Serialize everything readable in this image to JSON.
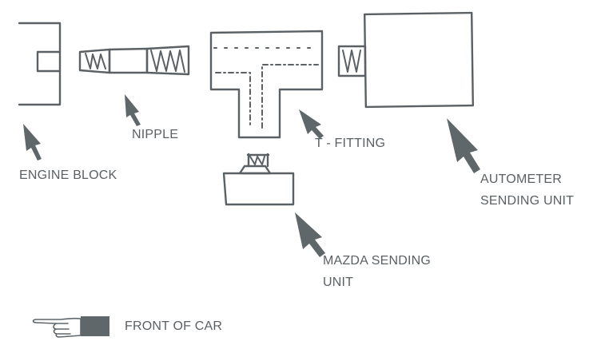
{
  "labels": {
    "engine_block": "ENGINE BLOCK",
    "nipple": "NIPPLE",
    "t_fitting": "T - FITTING",
    "autometer_line1": "AUTOMETER",
    "autometer_line2": "SENDING UNIT",
    "mazda_line1": "MAZDA SENDING",
    "mazda_line2": "UNIT",
    "front_of_car": "FRONT OF CAR"
  },
  "colors": {
    "stroke": "#5a6064",
    "arrow": "#5f676b",
    "text": "#5a6064",
    "background": "#ffffff"
  },
  "icons": {
    "pointer": "arrow-cursor-icon",
    "direction": "pointing-hand-icon"
  }
}
